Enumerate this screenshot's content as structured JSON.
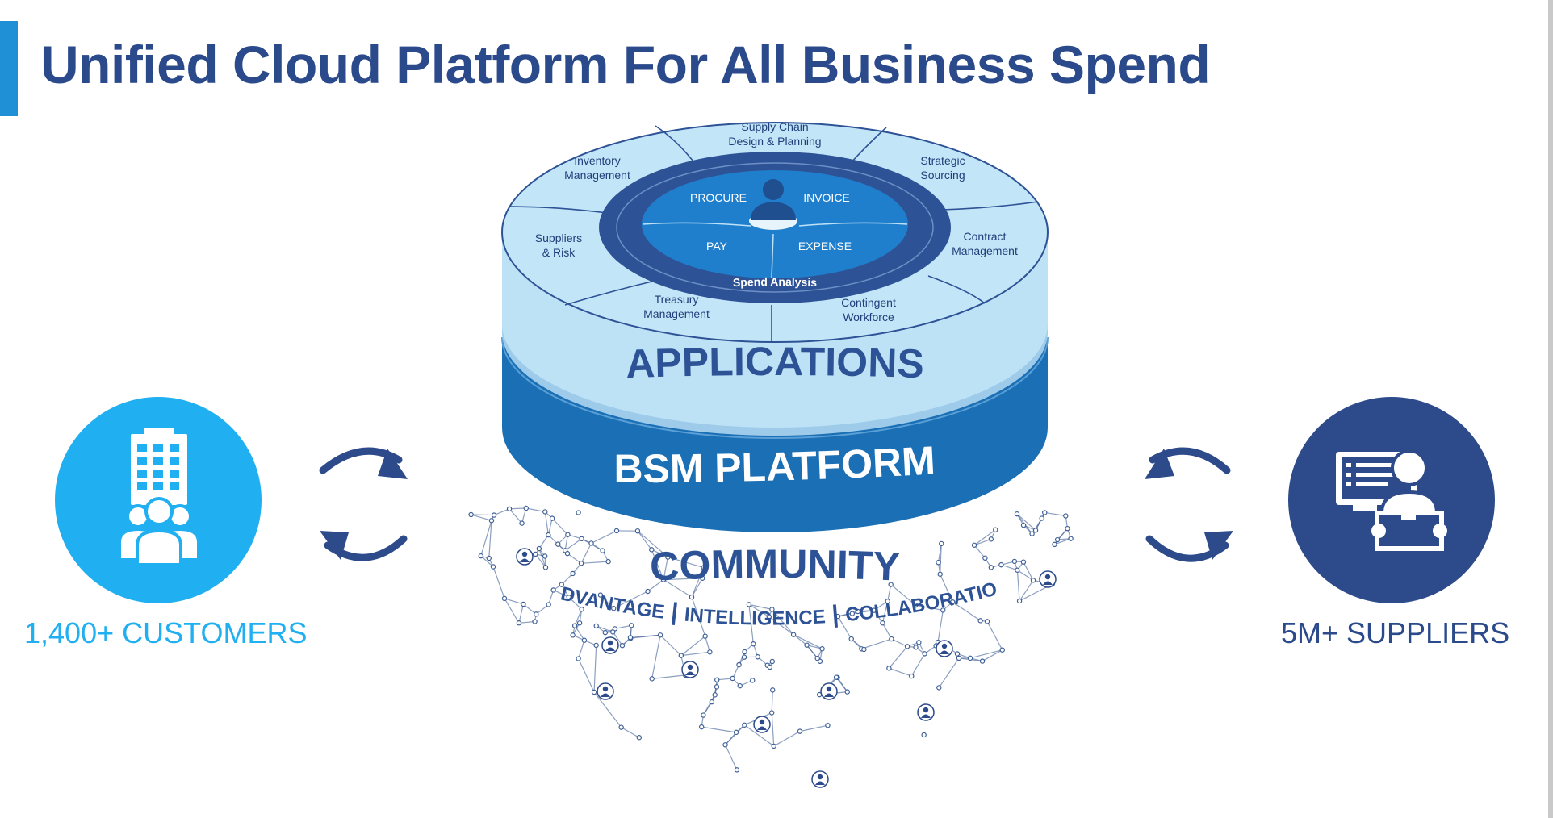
{
  "title": "Unified Cloud Platform For All Business Spend",
  "colors": {
    "title": "#2b4a8b",
    "accent_bar": "#1f8fd6",
    "light_ring": "#bde2f6",
    "dark_ring": "#2d5396",
    "mid_blue": "#1a6fb5",
    "customers": "#20aff0",
    "suppliers": "#2b4a8b"
  },
  "core_modules": [
    {
      "label": "PROCURE"
    },
    {
      "label": "INVOICE"
    },
    {
      "label": "PAY"
    },
    {
      "label": "EXPENSE"
    }
  ],
  "spend_analysis": "Spend Analysis",
  "outer_modules": [
    {
      "line1": "Supply Chain",
      "line2": "Design & Planning"
    },
    {
      "line1": "Strategic",
      "line2": "Sourcing"
    },
    {
      "line1": "Contract",
      "line2": "Management"
    },
    {
      "line1": "Contingent",
      "line2": "Workforce"
    },
    {
      "line1": "Treasury",
      "line2": "Management"
    },
    {
      "line1": "Suppliers",
      "line2": "& Risk"
    },
    {
      "line1": "Inventory",
      "line2": "Management"
    }
  ],
  "layers": {
    "applications": "APPLICATIONS",
    "platform": "BSM PLATFORM",
    "community": "COMMUNITY",
    "pillars": [
      "ADVANTAGE",
      "INTELLIGENCE",
      "COLLABORATION"
    ]
  },
  "customers": {
    "label": "1,400+ CUSTOMERS",
    "icon": "building-people-icon"
  },
  "suppliers": {
    "label": "5M+ SUPPLIERS",
    "icon": "supplier-list-icon"
  },
  "exchange_icons": [
    "sync-arrows-icon",
    "sync-arrows-icon"
  ]
}
